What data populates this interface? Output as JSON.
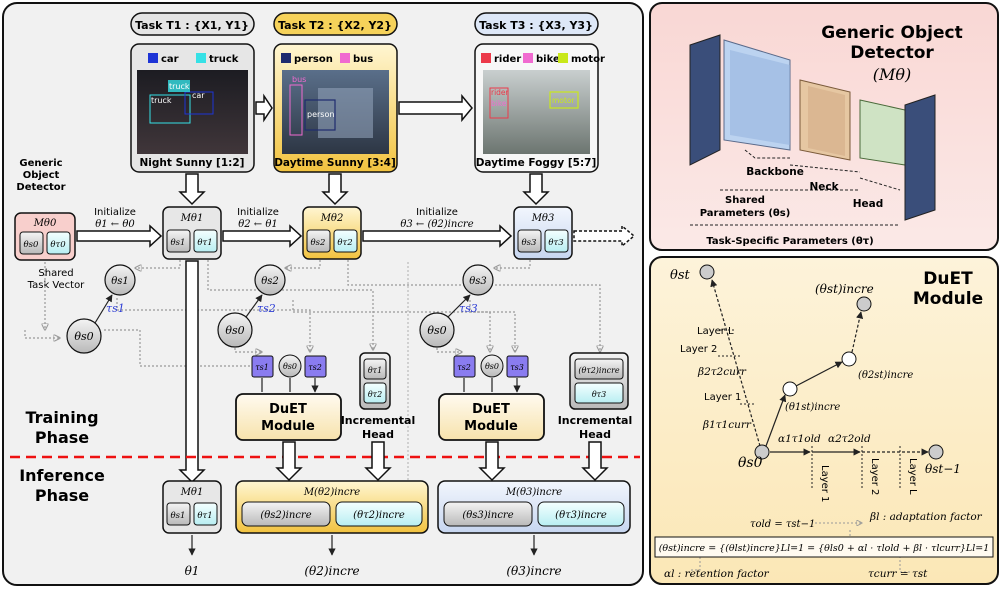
{
  "left": {
    "tasks": [
      {
        "label": "Task T1 : {X1, Y1}",
        "fill": "#e4e4e4"
      },
      {
        "label": "Task T2 : {X2, Y2}",
        "fill": "#f6d25a"
      },
      {
        "label": "Task T3 : {X3, Y3}",
        "fill": "#dde7f7"
      }
    ],
    "panels": [
      {
        "caption": "Night Sunny [1:2]",
        "legend": [
          {
            "text": "car",
            "color": "#1d34d6"
          },
          {
            "text": "truck",
            "color": "#36e1e6"
          }
        ],
        "overlays": [
          "truck",
          "car",
          "truck"
        ]
      },
      {
        "caption": "Daytime Sunny [3:4]",
        "legend": [
          {
            "text": "person",
            "color": "#1f2b6e"
          },
          {
            "text": "bus",
            "color": "#f06ad0"
          }
        ],
        "overlays": [
          "bus",
          "person"
        ]
      },
      {
        "caption": "Daytime Foggy [5:7]",
        "legend": [
          {
            "text": "rider",
            "color": "#ec3a4a"
          },
          {
            "text": "bike",
            "color": "#f06ad0"
          },
          {
            "text": "motor",
            "color": "#c9e81a"
          }
        ],
        "overlays": [
          "rider",
          "bike",
          "motor"
        ]
      }
    ],
    "generic_detector": {
      "line1": "Generic",
      "line2": "Object",
      "line3": "Detector"
    },
    "models": {
      "m0": {
        "name": "Mθ0",
        "a": "θs0",
        "b": "θτ0"
      },
      "m1": {
        "name": "Mθ1",
        "a": "θs1",
        "b": "θτ1"
      },
      "m2": {
        "name": "Mθ2",
        "a": "θs2",
        "b": "θτ2"
      },
      "m3": {
        "name": "Mθ3",
        "a": "θs3",
        "b": "θτ3"
      }
    },
    "init_labels": [
      {
        "line1": "Initialize",
        "line2": "θ1 ← θ0"
      },
      {
        "line1": "Initialize",
        "line2": "θ2 ← θ1"
      },
      {
        "line1": "Initialize",
        "line2": "θ3 ← (θ2)incre"
      }
    ],
    "shared_task_vector": {
      "line1": "Shared",
      "line2": "Task Vector"
    },
    "nodes": {
      "s1": "θs1",
      "s2": "θs2",
      "s3": "θs3",
      "s0a": "θs0",
      "s0b": "θs0",
      "s0c": "θs0"
    },
    "tau_labels": {
      "t1": "τs1",
      "t2": "τs2",
      "t3": "τs3"
    },
    "duet_inputs": {
      "group1": [
        "τs1",
        "θs0",
        "τs2"
      ],
      "group2": [
        "τs2",
        "θs0",
        "τs3"
      ]
    },
    "duet_label": {
      "line1": "DuET",
      "line2": "Module"
    },
    "incremental_heads": [
      {
        "items": [
          "θτ1",
          "θτ2"
        ],
        "line1": "Incremental",
        "line2": "Head"
      },
      {
        "items": [
          "(θτ2)incre",
          "θτ3"
        ],
        "line1": "Incremental",
        "line2": "Head"
      }
    ],
    "phases": {
      "training1": "Training",
      "training2": "Phase",
      "inference1": "Inference",
      "inference2": "Phase"
    },
    "inference": {
      "m1": {
        "name": "Mθ1",
        "a": "θs1",
        "b": "θτ1",
        "out": "θ1"
      },
      "m2": {
        "name": "M(θ2)incre",
        "a": "(θs2)incre",
        "b": "(θτ2)incre",
        "out": "(θ2)incre"
      },
      "m3": {
        "name": "M(θ3)incre",
        "a": "(θs3)incre",
        "b": "(θτ3)incre",
        "out": "(θ3)incre"
      }
    }
  },
  "top_right": {
    "title1": "Generic Object",
    "title2": "Detector",
    "symbol": "(Mθ)",
    "backbone": "Backbone",
    "neck": "Neck",
    "head": "Head",
    "shared1": "Shared",
    "shared2": "Parameters (θs)",
    "task_specific": "Task-Specific Parameters (θτ)"
  },
  "bottom_right": {
    "title1": "DuET",
    "title2": "Module",
    "nodes": {
      "st": "θst",
      "s0": "θs0",
      "stm1": "θst−1",
      "incre": "(θst)incre",
      "incre1": "(θ1st)incre",
      "incre2": "(θ2st)incre"
    },
    "layers_up": [
      "Layer L",
      "Layer 2",
      "Layer 1"
    ],
    "layers_right": [
      "Layer 1",
      "Layer 2",
      "Layer L"
    ],
    "terms": {
      "b2": "β2τ2curr",
      "b1": "β1τ1curr",
      "a1": "α1τ1old",
      "a2": "α2τ2old"
    },
    "adaptation": "βl : adaptation factor",
    "retention": "αl : retention factor",
    "tau_old": "τold = τst−1",
    "tau_curr": "τcurr = τst",
    "formula": "(θst)incre = {(θlst)incre}Ll=1 = {θls0 + αl · τlold + βl · τlcurr}Ll=1"
  }
}
